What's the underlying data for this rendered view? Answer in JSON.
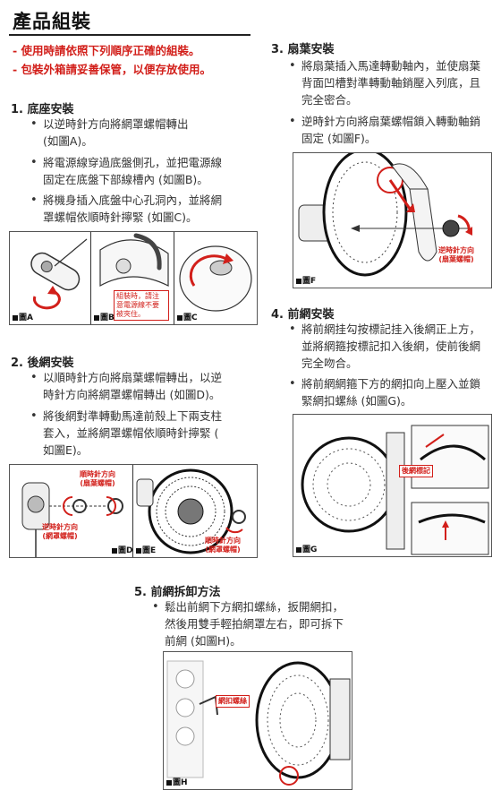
{
  "title": "產品組裝",
  "notes": [
    "- 使用時請依照下列順序正確的組裝。",
    "- 包裝外箱請妥善保管，以便存放使用。"
  ],
  "sections": {
    "s1": {
      "heading": "1. 底座安裝",
      "bullets": [
        [
          "以逆時針方向將網罩螺帽轉出",
          "(如圖A)。"
        ],
        [
          "將電源線穿過底盤側孔，並把電源線",
          "固定在底盤下部線槽內 (如圖B)。"
        ],
        [
          "將機身插入底盤中心孔洞內，並將網",
          "罩螺帽依順時針擰緊 (如圖C)。"
        ]
      ],
      "figs": [
        "圖A",
        "圖B",
        "圖C"
      ],
      "callout": [
        "組裝時，請注",
        "意電源線不要",
        "被夾住。"
      ]
    },
    "s2": {
      "heading": "2. 後網安裝",
      "bullets": [
        [
          "以順時針方向將扇葉螺帽轉出，以逆",
          "時針方向將網罩螺帽轉出 (如圖D)。"
        ],
        [
          "將後網對準轉動馬達前殼上下兩支柱",
          "套入，並將網罩螺帽依順時針擰緊 (",
          "如圖E)。"
        ]
      ],
      "figs": [
        "圖D",
        "圖E"
      ],
      "labels": {
        "cw_blade": [
          "順時針方向",
          "(扇葉螺帽)"
        ],
        "ccw_net": [
          "逆時針方向",
          "(網罩螺帽)"
        ],
        "cw_net": [
          "順時針方向",
          "(網罩螺帽)"
        ]
      }
    },
    "s3": {
      "heading": "3. 扇葉安裝",
      "bullets": [
        [
          "將扇葉插入馬達轉動軸內，並使扇葉",
          "背面凹槽對準轉動軸銷壓入列底，且",
          "完全密合。"
        ],
        [
          "逆時針方向將扇葉螺帽鎖入轉動軸銷",
          "固定 (如圖F)。"
        ]
      ],
      "fig": "圖F",
      "label": [
        "逆時針方向",
        "(扇葉螺帽)"
      ]
    },
    "s4": {
      "heading": "4. 前網安裝",
      "bullets": [
        [
          "將前網挂勾按標記挂入後網正上方，",
          "並將網箍按標記扣入後網，使前後網",
          "完全吻合。"
        ],
        [
          "將前網網箍下方的網扣向上壓入並鎖",
          "緊網扣螺絲 (如圖G)。"
        ]
      ],
      "fig": "圖G",
      "label": "後網標記"
    },
    "s5": {
      "heading": "5. 前網拆卸方法",
      "bullets": [
        [
          "鬆出前網下方網扣螺絲，扳開網扣，",
          "然後用雙手輕拍網罩左右，即可拆下",
          "前網 (如圖H)。"
        ]
      ],
      "fig": "圖H",
      "label": "網扣螺絲"
    }
  }
}
